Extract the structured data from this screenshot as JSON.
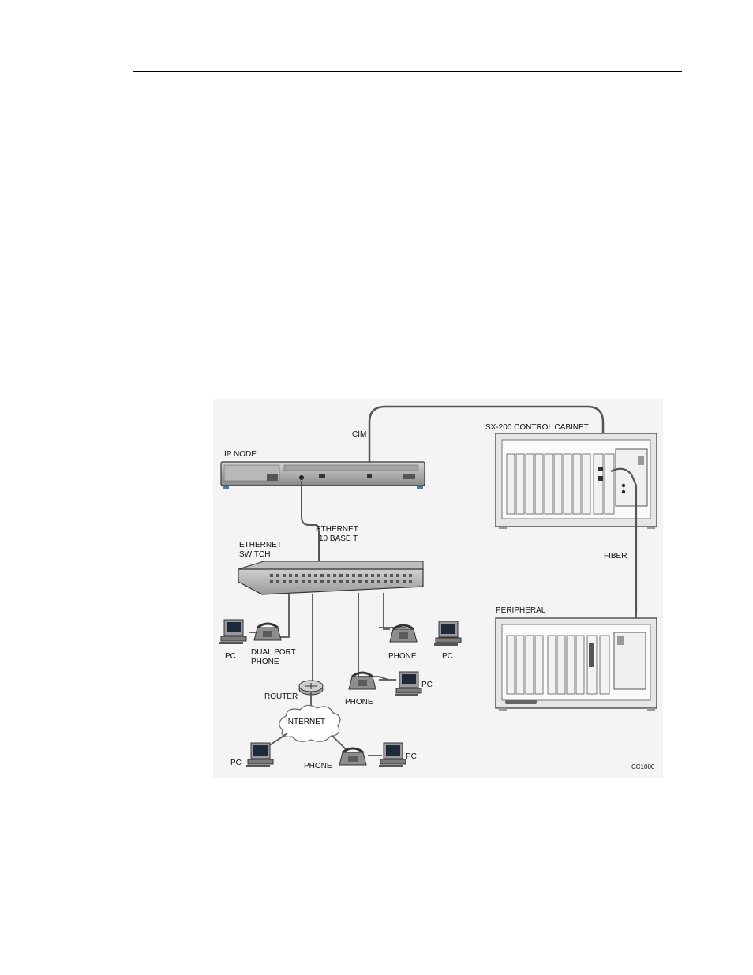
{
  "labels": {
    "ip_node": "IP NODE",
    "cim": "CIM",
    "control_cabinet": "SX-200 CONTROL CABINET",
    "ethernet_line1": "ETHERNET",
    "ethernet_line2": "10 BASE T",
    "switch_line1": "ETHERNET",
    "switch_line2": "SWITCH",
    "fiber": "FIBER",
    "peripheral": "PERIPHERAL",
    "pc": "PC",
    "dual_port_line1": "DUAL PORT",
    "dual_port_line2": "PHONE",
    "phone": "PHONE",
    "router": "ROUTER",
    "internet": "INTERNET",
    "figure_code": "CC1000"
  }
}
